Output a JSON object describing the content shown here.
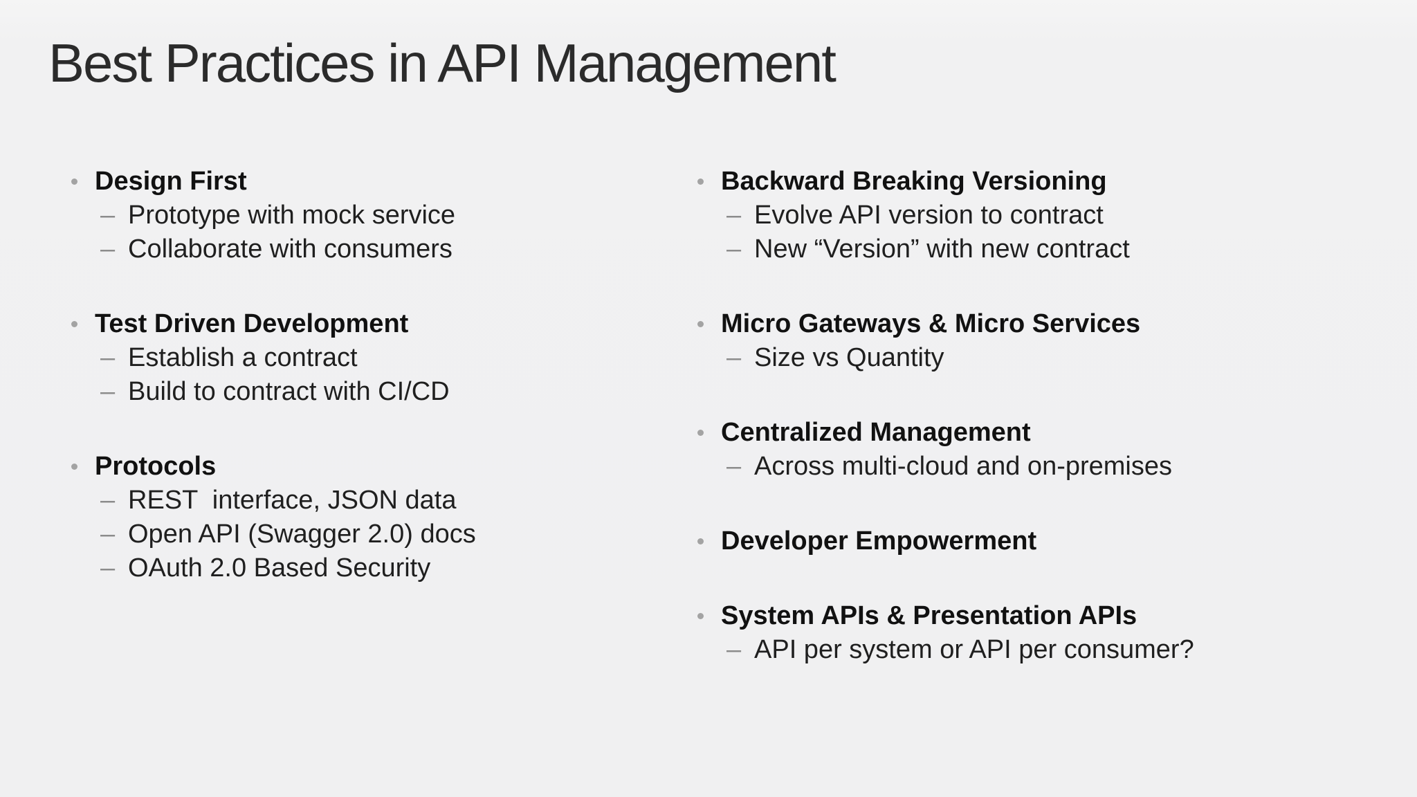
{
  "slide": {
    "title": "Best Practices in API Management",
    "background_color": "#f1f1f2",
    "heading_color": "#111111",
    "body_text_color": "#1f1f1f",
    "bullet_dot_color": "#a3a3a3",
    "dash_color": "#8c8c8c",
    "bullet_glyph": "•",
    "dash_glyph": "–",
    "columns": [
      {
        "groups": [
          {
            "heading": "Design First",
            "items": [
              "Prototype with mock service",
              "Collaborate with consumers"
            ]
          },
          {
            "heading": "Test Driven Development",
            "items": [
              "Establish a contract",
              "Build to contract with CI/CD"
            ]
          },
          {
            "heading": "Protocols",
            "items": [
              "REST  interface, JSON data",
              "Open API (Swagger 2.0) docs",
              "OAuth 2.0 Based Security"
            ]
          }
        ]
      },
      {
        "groups": [
          {
            "heading": "Backward Breaking Versioning",
            "items": [
              "Evolve API version to contract",
              "New “Version” with new contract"
            ]
          },
          {
            "heading": "Micro Gateways & Micro Services",
            "items": [
              "Size vs Quantity"
            ]
          },
          {
            "heading": "Centralized Management",
            "items": [
              "Across multi-cloud and on-premises"
            ]
          },
          {
            "heading": "Developer Empowerment",
            "items": []
          },
          {
            "heading": "System APIs & Presentation APIs",
            "items": [
              "API per system or API per consumer?"
            ]
          }
        ]
      }
    ]
  }
}
